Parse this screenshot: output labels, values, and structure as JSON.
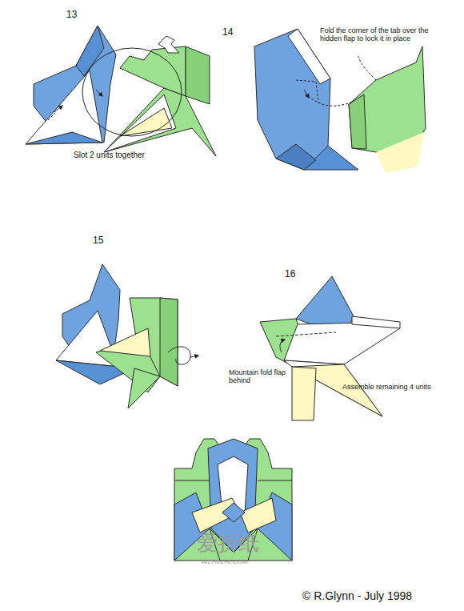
{
  "diagram": {
    "labels": [
      "13",
      "14",
      "Fold the corner of the tab over the hidden flap to lock it in place",
      "Slot 2 units together",
      "15",
      "16",
      "Mountain fold flap behind",
      "Assemble remaining 4 units",
      "爱折纸",
      "AIZHEZHI.COM",
      "© R.Glynn - July 1998"
    ]
  }
}
